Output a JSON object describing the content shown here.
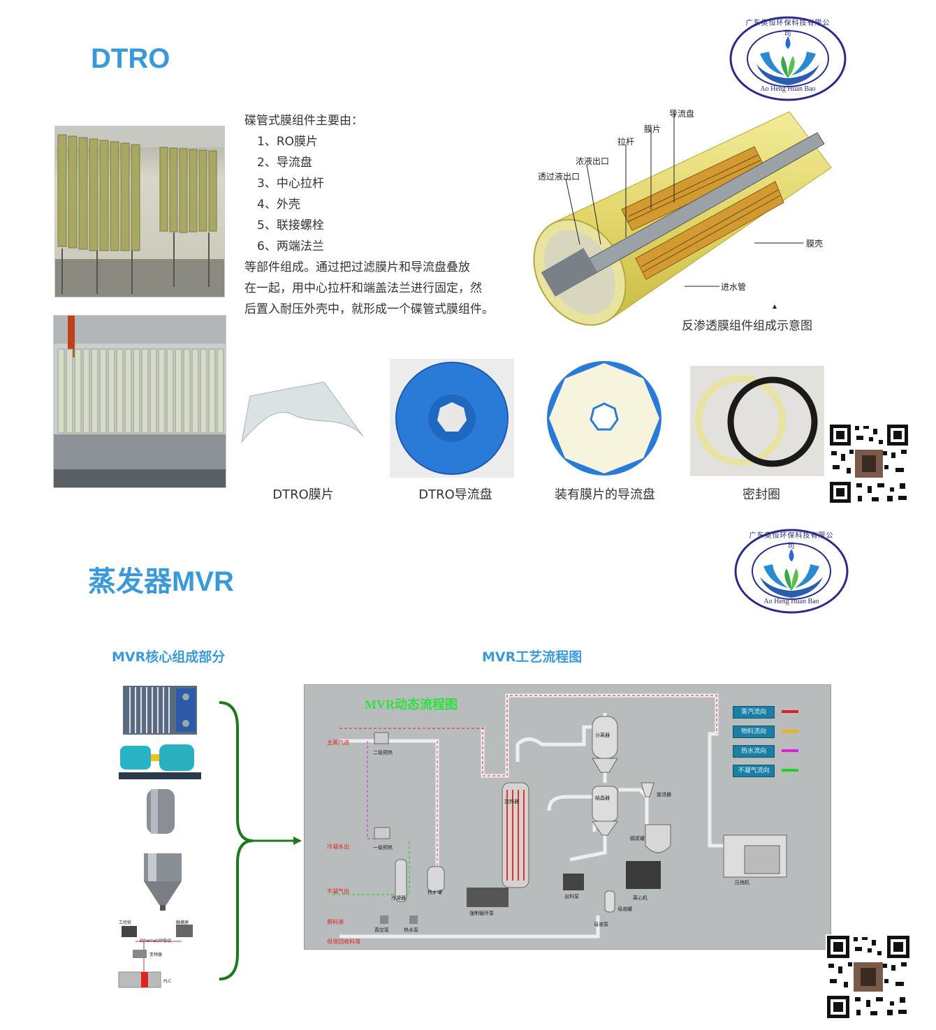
{
  "dtro": {
    "title": "DTRO",
    "intro_heading": "碟管式膜组件主要由：",
    "intro_items": [
      "1、RO膜片",
      "2、导流盘",
      "3、中心拉杆",
      "4、外壳",
      "5、联接螺栓",
      "6、两端法兰"
    ],
    "intro_body": [
      "等部件组成。通过把过滤膜片和导流盘叠放",
      "在一起，用中心拉杆和端盖法兰进行固定，然",
      "后置入耐压外壳中，就形成一个碟管式膜组件。"
    ],
    "diagram_labels": {
      "guide_plate": "导流盘",
      "membrane": "膜片",
      "rod": "拉杆",
      "concentrate_outlet": "浓液出口",
      "permeate_outlet": "透过液出口",
      "shell": "膜壳",
      "inlet_pipe": "进水管",
      "diagram_caption": "反渗透膜组件组成示意图"
    },
    "parts": [
      {
        "caption": "DTRO膜片"
      },
      {
        "caption": "DTRO导流盘"
      },
      {
        "caption": "装有膜片的导流盘"
      },
      {
        "caption": "密封圈"
      }
    ]
  },
  "logo": {
    "text_cn": "广东奥恒环保科技有限公司",
    "text_en": "Ao Heng Huan Bao"
  },
  "mvr": {
    "title": "蒸发器MVR",
    "core_title": "MVR核心组成部分",
    "flow_title": "MVR工艺流程图",
    "flow_chart": {
      "inner_title": "MVR动态流程图",
      "legend": [
        {
          "label": "蒸汽流向",
          "color": "#e02020"
        },
        {
          "label": "物料流向",
          "color": "#f2b500"
        },
        {
          "label": "热水流向",
          "color": "#e020e0"
        },
        {
          "label": "不凝气流向",
          "color": "#20d020"
        }
      ],
      "left_labels": [
        "主蒸汽进",
        "冷凝水出",
        "不凝气出",
        "原料液",
        "母液回收料液"
      ],
      "equipment": [
        "二级预热",
        "一级预热",
        "加热器",
        "分离器",
        "结晶器",
        "旋流器",
        "稠浆罐",
        "离心机",
        "压缩机",
        "强制循环泵",
        "冷凝器",
        "热水罐",
        "真空泵",
        "热水泵",
        "出料泵",
        "母液罐",
        "母液泵"
      ]
    },
    "control": {
      "labels": [
        "工控机",
        "触摸屏",
        "Ethernet/IP协议",
        "变频器",
        "PLC"
      ]
    }
  }
}
